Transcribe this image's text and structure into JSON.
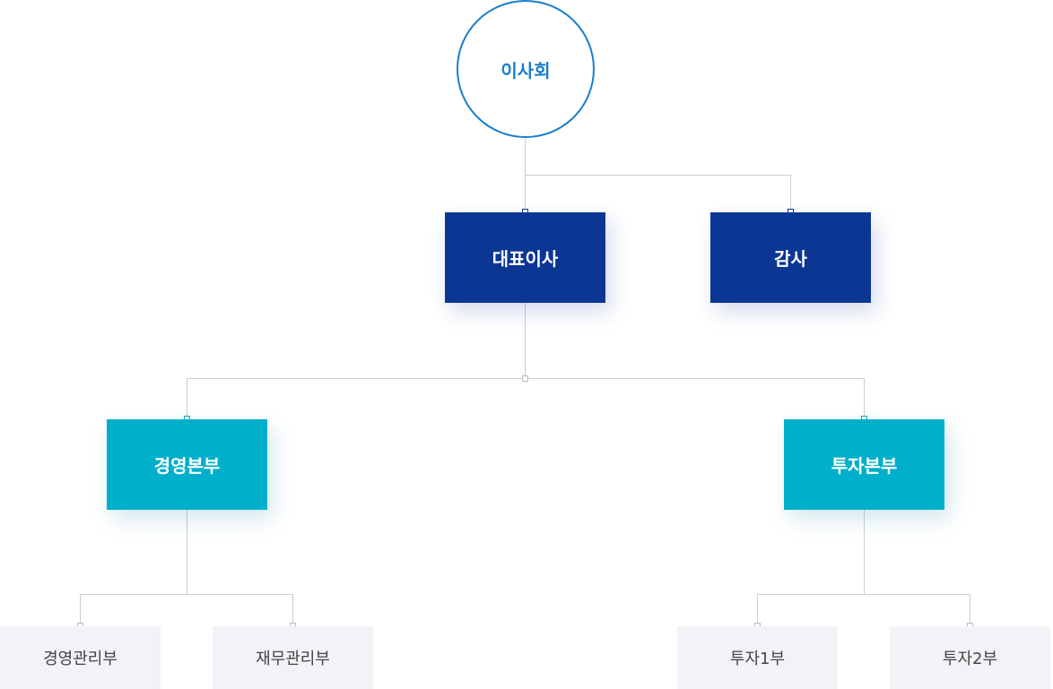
{
  "org_chart": {
    "board": "이사회",
    "executive": {
      "ceo": "대표이사",
      "audit": "감사"
    },
    "divisions": {
      "management": "경영본부",
      "investment": "투자본부"
    },
    "departments": {
      "management_admin": "경영관리부",
      "finance_admin": "재무관리부",
      "investment_1": "투자1부",
      "investment_2": "투자2부"
    }
  },
  "colors": {
    "board_accent": "#1a7fcc",
    "executive_fill": "#0b3694",
    "division_fill": "#00afca",
    "department_fill": "#f1f3f6",
    "connector_line": "#c9ced6"
  }
}
